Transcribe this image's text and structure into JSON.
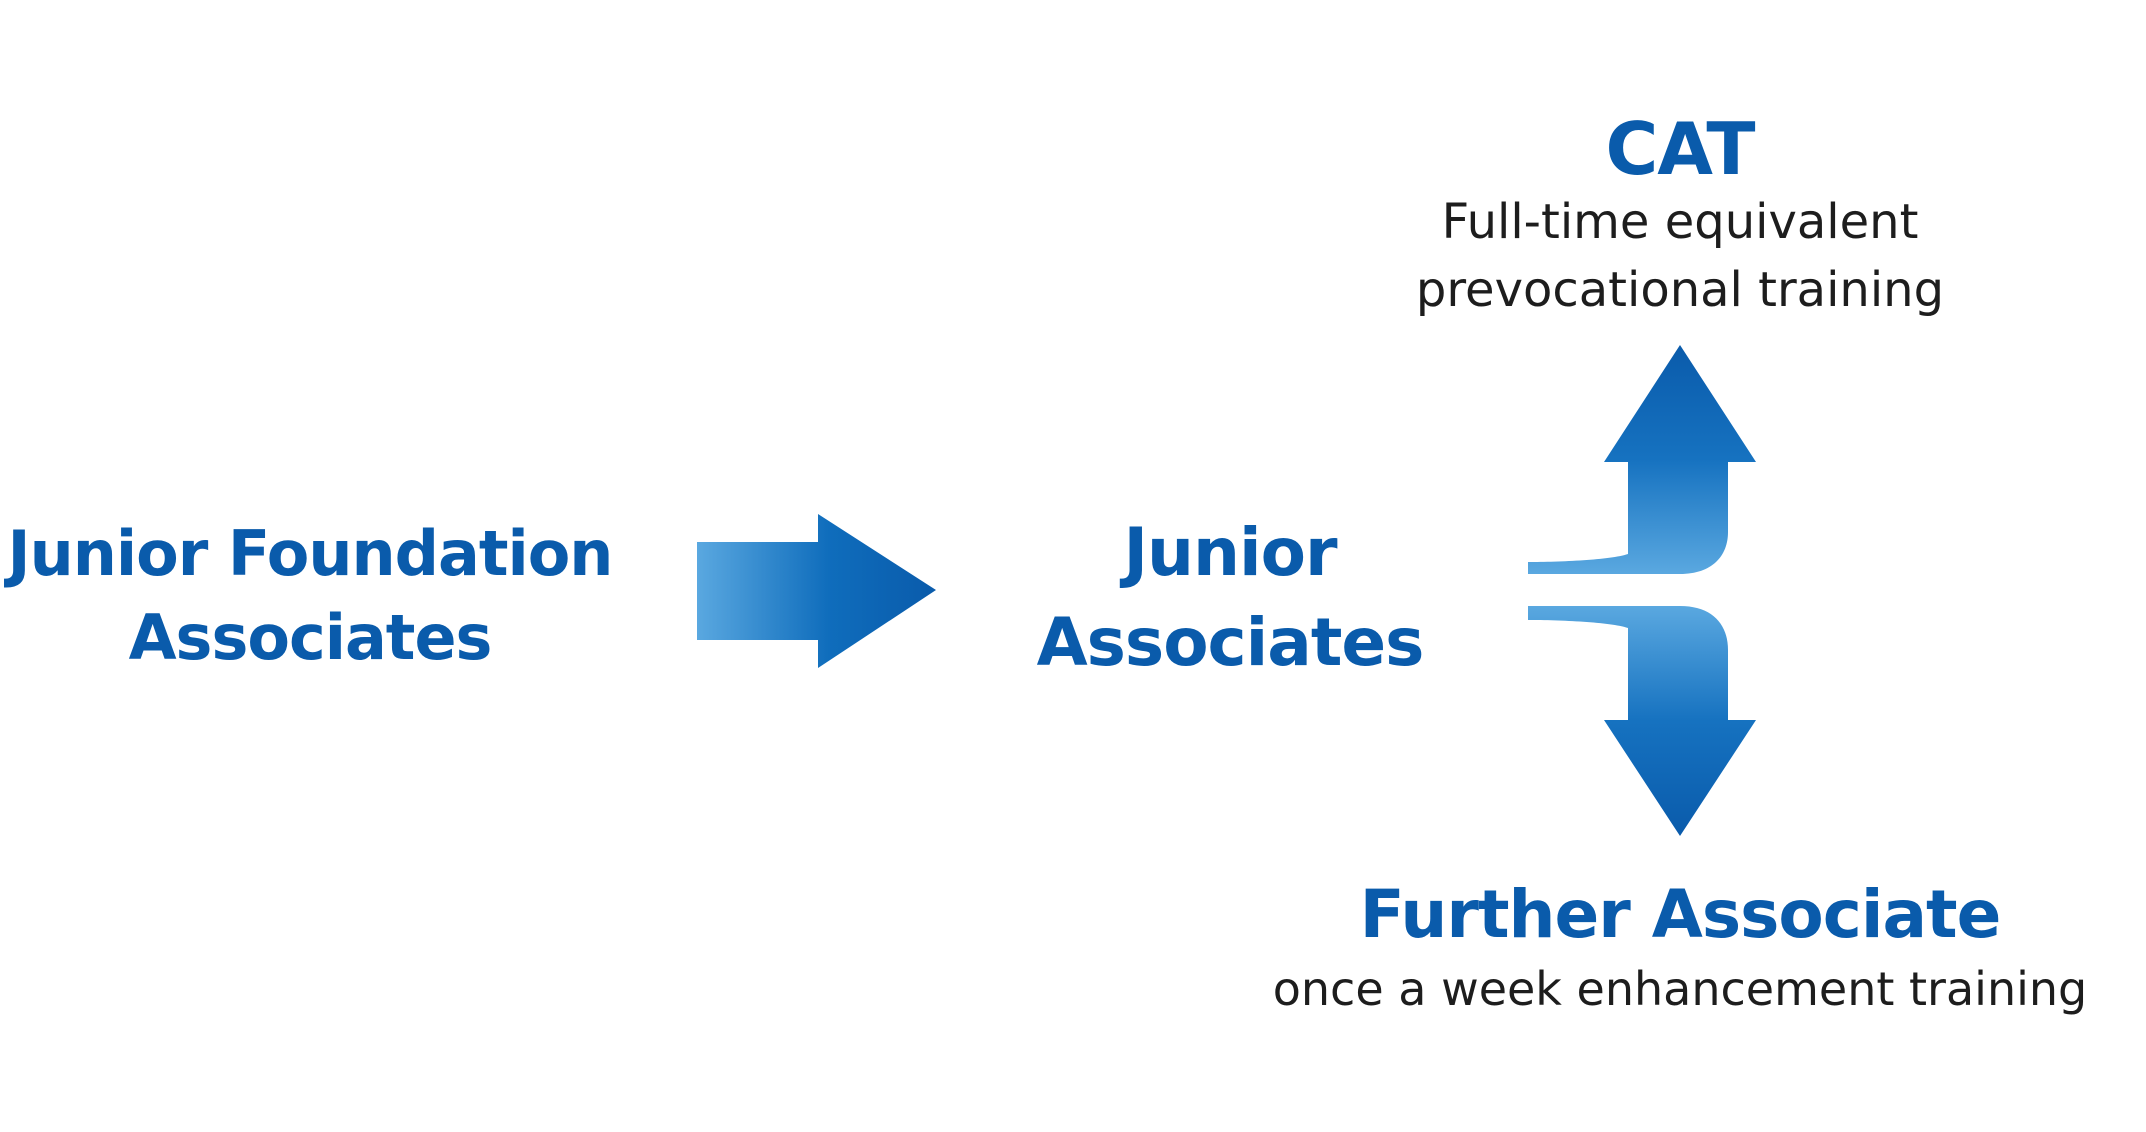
{
  "colors": {
    "primary_blue": "#0a5bab",
    "light_blue": "#5aa8e0",
    "body_text": "#1d1d1d",
    "background": "#ffffff"
  },
  "nodes": {
    "junior_foundation": {
      "line1": "Junior Foundation",
      "line2": "Associates"
    },
    "junior": {
      "line1": "Junior",
      "line2": "Associates"
    },
    "cat": {
      "title": "CAT",
      "desc_line1": "Full-time equivalent",
      "desc_line2": "prevocational training"
    },
    "further": {
      "title": "Further Associate",
      "desc": "once a week enhancement training"
    }
  },
  "connections": [
    {
      "from": "Junior Foundation Associates",
      "to": "Junior Associates"
    },
    {
      "from": "Junior Associates",
      "to": "CAT"
    },
    {
      "from": "Junior Associates",
      "to": "Further Associate"
    }
  ]
}
